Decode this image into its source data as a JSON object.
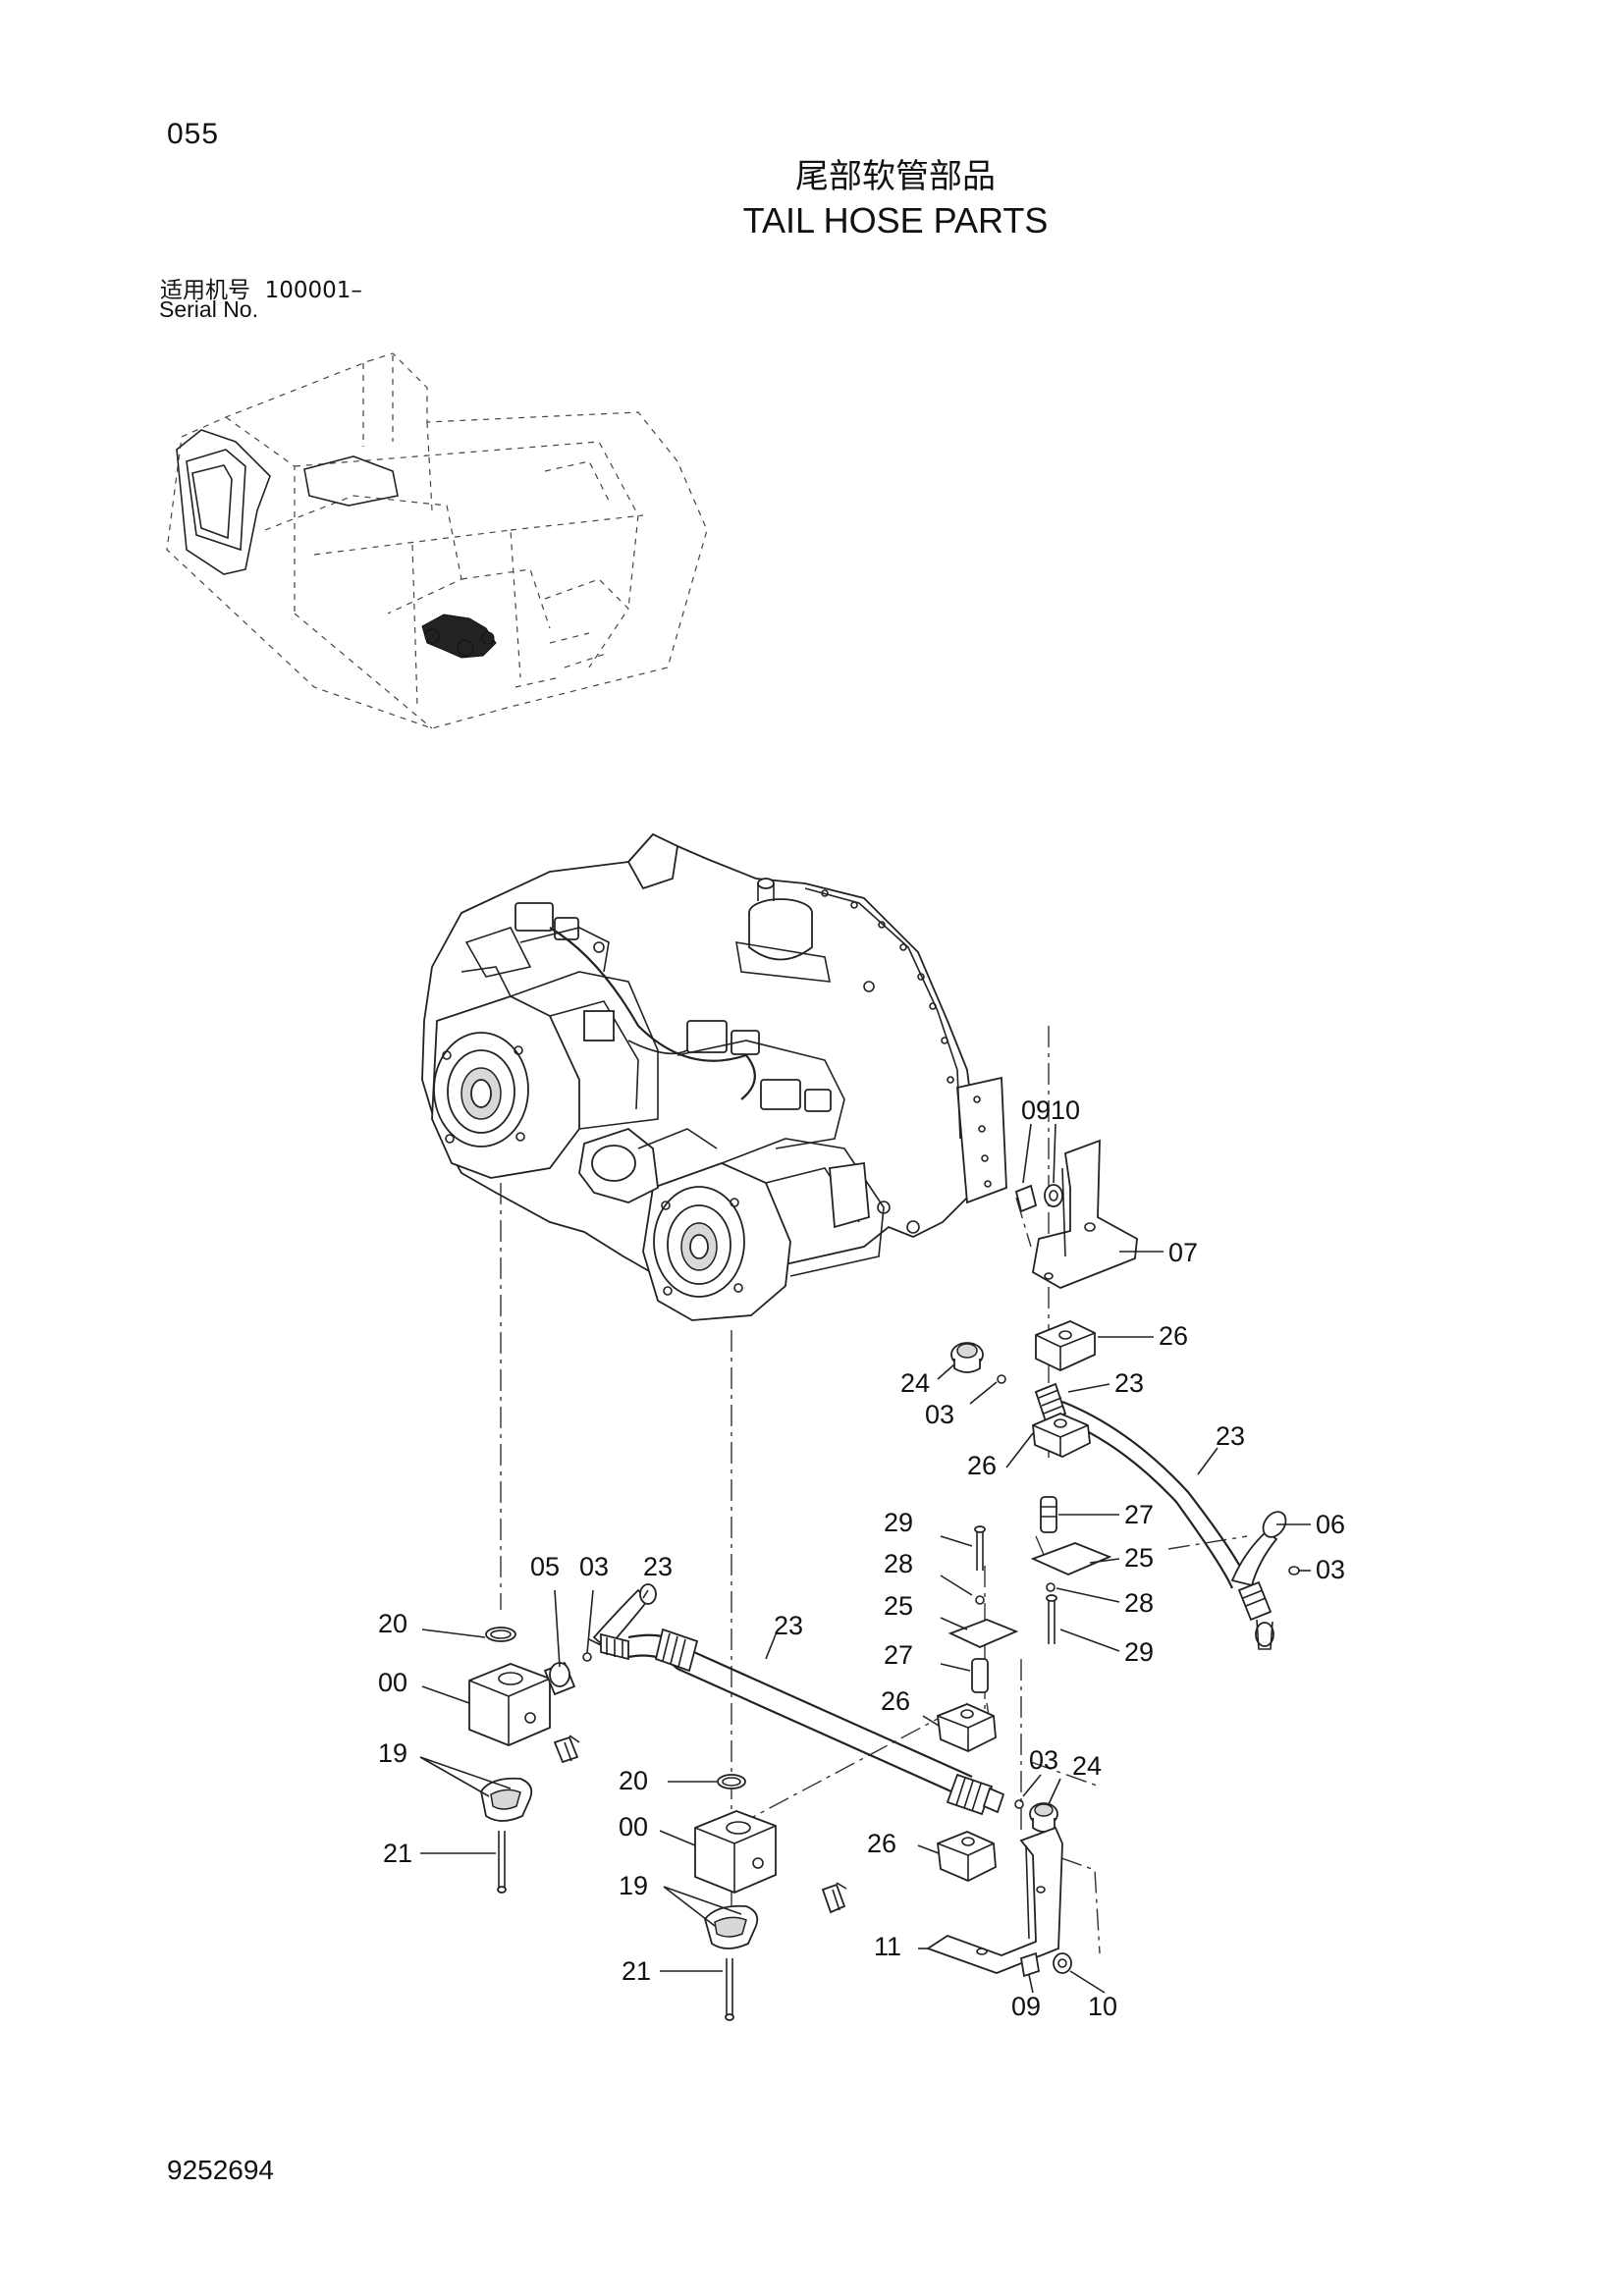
{
  "header": {
    "page_number": "055",
    "title_cn": "尾部软管部品",
    "title_en": "TAIL HOSE PARTS",
    "serial_label_cn": "适用机号",
    "serial_value": "100001–",
    "serial_label_en": "Serial No."
  },
  "footer": {
    "doc_number": "9252694"
  },
  "callouts": {
    "c0910": "0910",
    "c07": "07",
    "c26a": "26",
    "c24a": "24",
    "c03a": "03",
    "c23a": "23",
    "c23b": "23",
    "c26b": "26",
    "c27a": "27",
    "c06": "06",
    "c03b": "03",
    "c29a": "29",
    "c25a": "25",
    "c28a": "28",
    "c28b": "28",
    "c29b": "29",
    "c25b": "25",
    "c27b": "27",
    "c26c": "26",
    "c05": "05",
    "c03c": "03",
    "c23c": "23",
    "c23d": "23",
    "c20a": "20",
    "c00a": "00",
    "c19a": "19",
    "c21a": "21",
    "c20b": "20",
    "c00b": "00",
    "c19b": "19",
    "c21b": "21",
    "c03d": "03",
    "c24b": "24",
    "c26d": "26",
    "c11": "11",
    "c09": "09",
    "c10": "10"
  }
}
